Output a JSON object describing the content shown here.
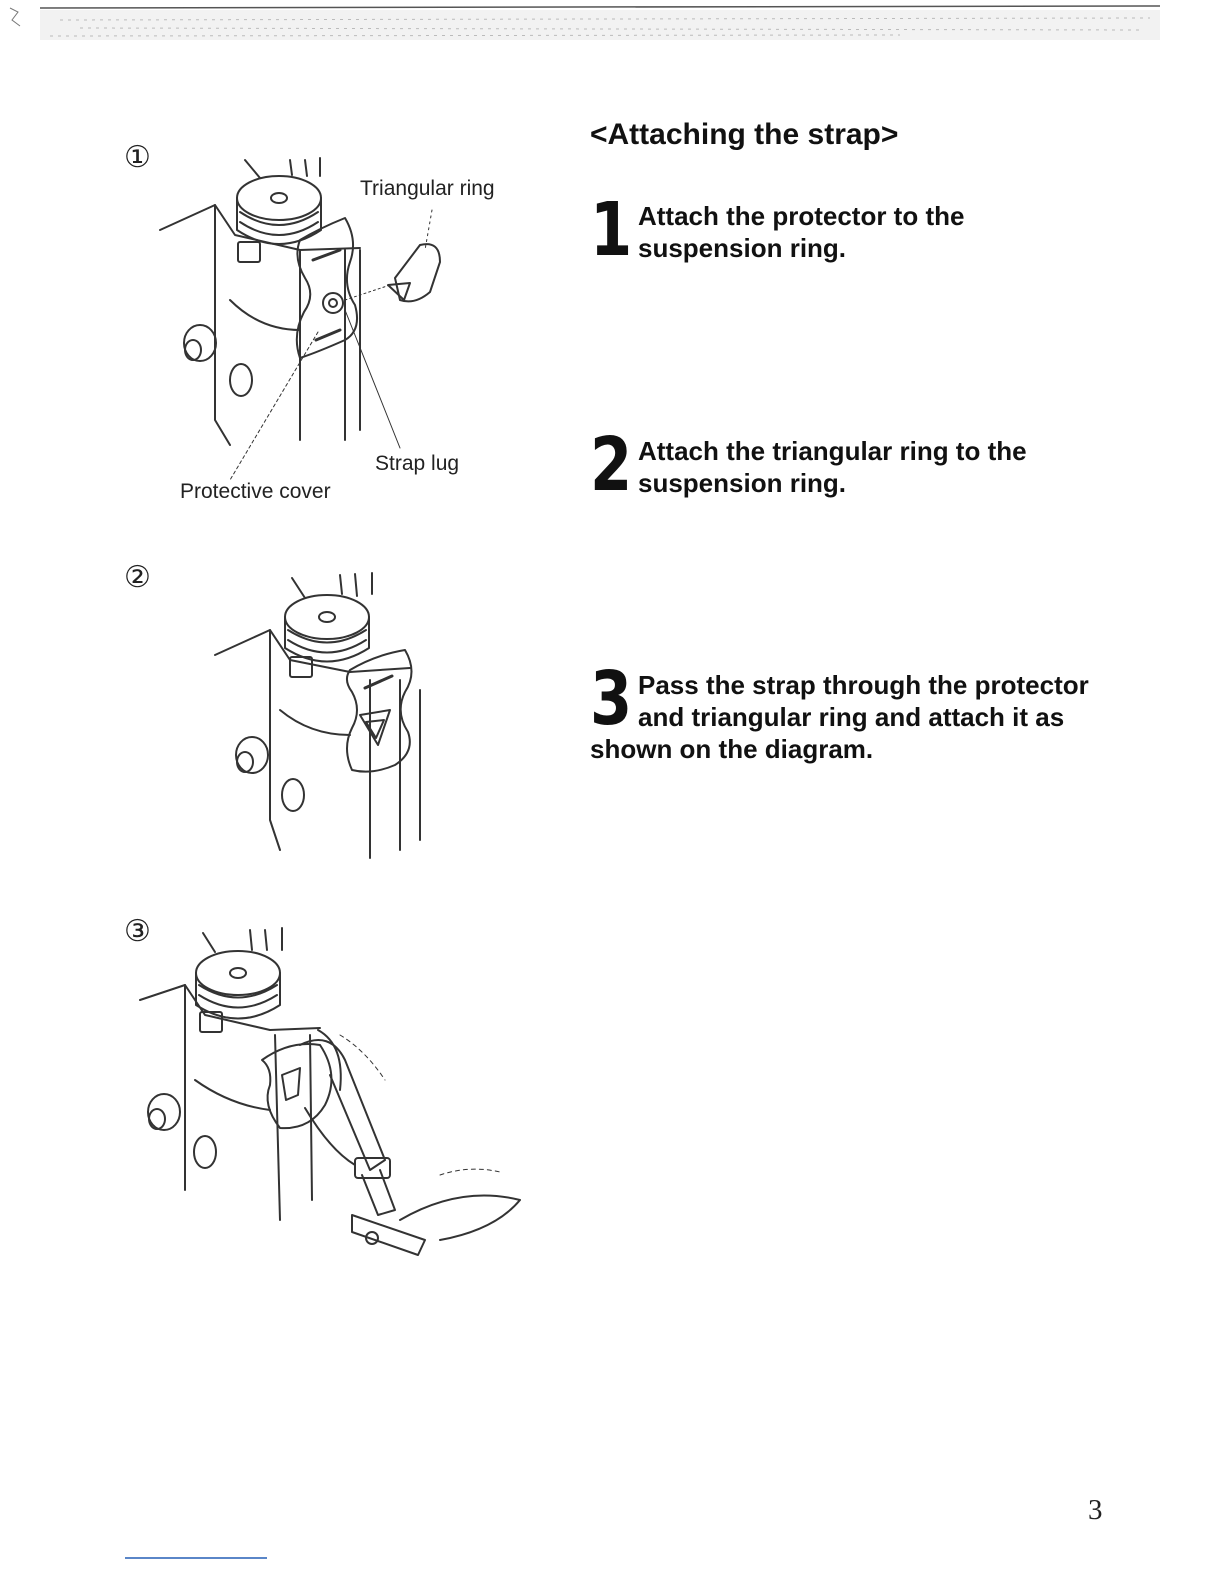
{
  "figures": [
    {
      "badge": "①",
      "labels": {
        "triangular_ring": "Triangular ring",
        "strap_lug": "Strap lug",
        "protective_cover": "Protective cover"
      }
    },
    {
      "badge": "②"
    },
    {
      "badge": "③"
    }
  ],
  "section": {
    "title": "<Attaching the strap>",
    "steps": [
      {
        "number": "1",
        "text": "Attach the protector to the suspension ring."
      },
      {
        "number": "2",
        "text": "Attach the triangular ring to the suspension ring."
      },
      {
        "number": "3",
        "text": "Pass the strap through the protector and triangular ring and attach it as shown on the diagram."
      }
    ]
  },
  "page_number": "3",
  "colors": {
    "ink": "#111111",
    "line_art": "#333333",
    "rule": "#5a86c8"
  }
}
